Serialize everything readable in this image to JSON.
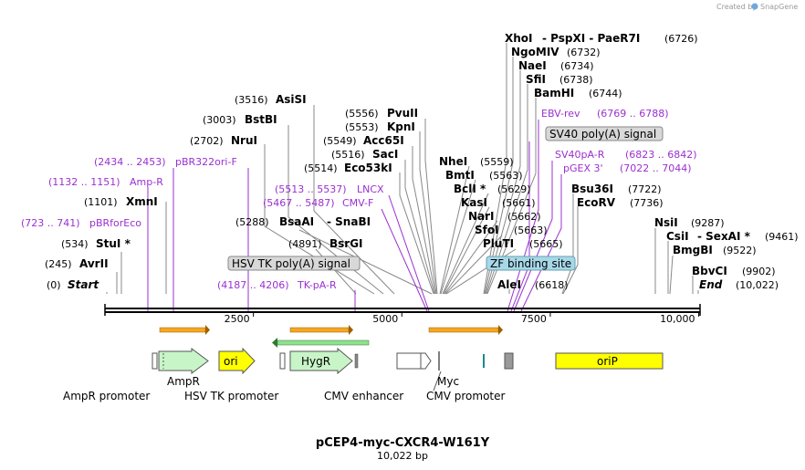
{
  "credit": {
    "text": "Created by",
    "brand": "SnapGene"
  },
  "plasmid": {
    "name": "pCEP4-myc-CXCR4-W161Y",
    "size": "10,022 bp"
  },
  "axis": {
    "total_bp": 10022,
    "ticks": [
      {
        "bp": 2500,
        "label": "2500"
      },
      {
        "bp": 5000,
        "label": "5000"
      },
      {
        "bp": 7500,
        "label": "7500"
      },
      {
        "bp": 10000,
        "label": "10,000"
      }
    ]
  },
  "colors": {
    "feature_text": "#9b30d0",
    "leader": "#888888",
    "feature_leader": "#9b30d0",
    "orange_arrow": "#f5a623",
    "green_arrow": "#2e9e2e",
    "ampr_fill": "#c8f5c8",
    "ori_fill": "#ffff00",
    "orip_fill": "#ffff00",
    "grey_box": "#d8d8d8",
    "blue_box": "#a7d8e8"
  },
  "left_sites": [
    {
      "name": "AsiSI",
      "pos": "(3516)"
    },
    {
      "name": "BstBI",
      "pos": "(3003)"
    },
    {
      "name": "NruI",
      "pos": "(2702)"
    },
    {
      "name": "XmnI",
      "pos": "(1101)"
    },
    {
      "name": "BsaAI",
      "pos": "(5288)",
      "extra": "- SnaBI"
    },
    {
      "name": "BsrGI",
      "pos": "(4891)"
    },
    {
      "name": "StuI *",
      "pos": "(534)"
    },
    {
      "name": "AvrII",
      "pos": "(245)"
    },
    {
      "name": "Start",
      "pos": "(0)"
    },
    {
      "name": "PvuII",
      "pos": "(5556)"
    },
    {
      "name": "KpnI",
      "pos": "(5553)"
    },
    {
      "name": "Acc65I",
      "pos": "(5549)"
    },
    {
      "name": "SacI",
      "pos": "(5516)"
    },
    {
      "name": "Eco53kI",
      "pos": "(5514)"
    }
  ],
  "left_features": [
    {
      "name": "pBR322ori-F",
      "range": "(2434 .. 2453)"
    },
    {
      "name": "Amp-R",
      "range": "(1132 .. 1151)"
    },
    {
      "name": "pBRforEco",
      "range": "(723 .. 741)"
    },
    {
      "name": "LNCX",
      "range": "(5513 .. 5537)"
    },
    {
      "name": "CMV-F",
      "range": "(5467 .. 5487)"
    },
    {
      "name": "TK-pA-R",
      "range": "(4187 .. 4206)"
    }
  ],
  "right_sites": [
    {
      "name": "XhoI",
      "extra": "- PspXI  - PaeR7I",
      "pos": "(6726)"
    },
    {
      "name": "NgoMIV",
      "pos": "(6732)"
    },
    {
      "name": "NaeI",
      "pos": "(6734)"
    },
    {
      "name": "SfiI",
      "pos": "(6738)"
    },
    {
      "name": "BamHI",
      "pos": "(6744)"
    },
    {
      "name": "NheI",
      "pos": "(5559)"
    },
    {
      "name": "BmtI",
      "pos": "(5563)"
    },
    {
      "name": "BclI *",
      "pos": "(5629)"
    },
    {
      "name": "KasI",
      "pos": "(5661)"
    },
    {
      "name": "NarI",
      "pos": "(5662)"
    },
    {
      "name": "SfoI",
      "pos": "(5663)"
    },
    {
      "name": "PluTI",
      "pos": "(5665)"
    },
    {
      "name": "AleI",
      "pos": "(6618)"
    },
    {
      "name": "Bsu36I",
      "pos": "(7722)"
    },
    {
      "name": "EcoRV",
      "pos": "(7736)"
    },
    {
      "name": "NsiI",
      "pos": "(9287)"
    },
    {
      "name": "CsiI",
      "extra": "- SexAI *",
      "pos": "(9461)"
    },
    {
      "name": "BmgBI",
      "pos": "(9522)"
    },
    {
      "name": "BbvCI",
      "pos": "(9902)"
    },
    {
      "name": "End",
      "pos": "(10,022)"
    }
  ],
  "right_features": [
    {
      "name": "EBV-rev",
      "range": "(6769 .. 6788)"
    },
    {
      "name": "SV40pA-R",
      "range": "(6823 .. 6842)"
    },
    {
      "name": "pGEX 3'",
      "range": "(7022 .. 7044)"
    }
  ],
  "boxes": [
    {
      "label": "SV40 poly(A) signal"
    },
    {
      "label": "HSV TK poly(A) signal"
    },
    {
      "label": "ZF binding site"
    }
  ],
  "features": [
    {
      "label": "AmpR"
    },
    {
      "label": "ori"
    },
    {
      "label": "HygR"
    },
    {
      "label": "oriP"
    },
    {
      "label": "Myc"
    }
  ],
  "bottom_labels": [
    {
      "label": "AmpR promoter"
    },
    {
      "label": "HSV TK promoter"
    },
    {
      "label": "CMV enhancer"
    },
    {
      "label": "CMV promoter"
    }
  ]
}
